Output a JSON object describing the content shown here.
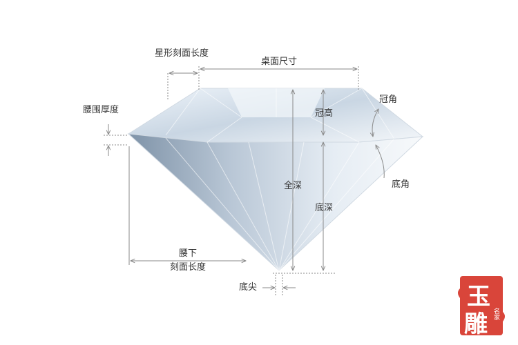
{
  "labels": {
    "star_facet_length": "星形刻面长度",
    "table_size": "桌面尺寸",
    "girdle_thickness": "腰围厚度",
    "crown_height": "冠高",
    "crown_angle": "冠角",
    "total_depth": "全深",
    "pavilion_angle": "底角",
    "pavilion_depth": "底深",
    "lower_girdle_line1": "腰下",
    "lower_girdle_line2": "刻面长度",
    "culet": "底尖"
  },
  "seal": {
    "main_char_1": "玉",
    "main_char_2": "雕",
    "side_text": "名家"
  },
  "colors": {
    "seal_red": "#d9453a",
    "line_gray": "#8a8a8a",
    "text": "#333333"
  }
}
